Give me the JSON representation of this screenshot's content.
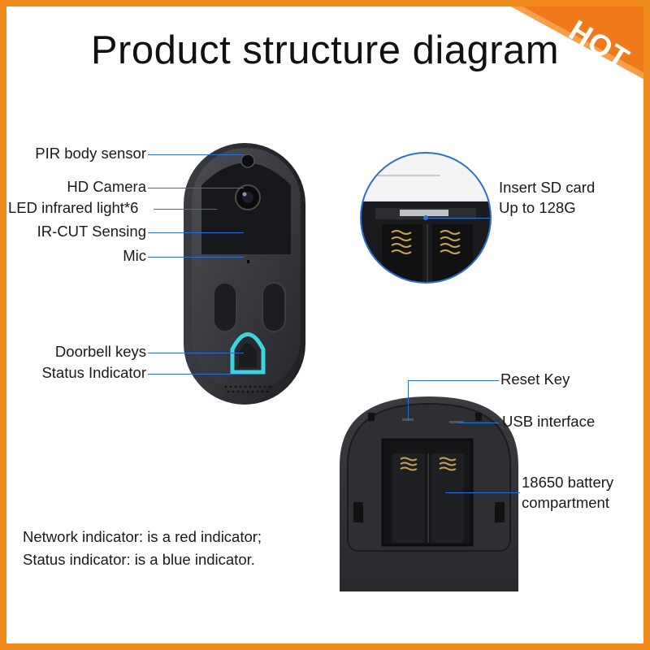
{
  "title": "Product structure diagram",
  "badge": "HOT",
  "front_labels": {
    "pir": "PIR body sensor",
    "camera": "HD Camera",
    "led": "LED infrared light*6",
    "ircut": "IR-CUT Sensing",
    "mic": "Mic",
    "keys": "Doorbell keys",
    "status": "Status Indicator"
  },
  "sd_label": {
    "line1": "Insert SD card",
    "line2": "Up to 128G"
  },
  "back_labels": {
    "reset": "Reset Key",
    "usb": "USB interface",
    "battery_line1": "18650 battery",
    "battery_line2": "compartment"
  },
  "notes": {
    "network": "Network indicator: is a red indicator;",
    "status": "Status indicator: is a blue indicator."
  },
  "colors": {
    "border": "#f08a1c",
    "leader": "#2a6fd6",
    "device": "#2b2d31",
    "indicator": "#3fd3df"
  }
}
